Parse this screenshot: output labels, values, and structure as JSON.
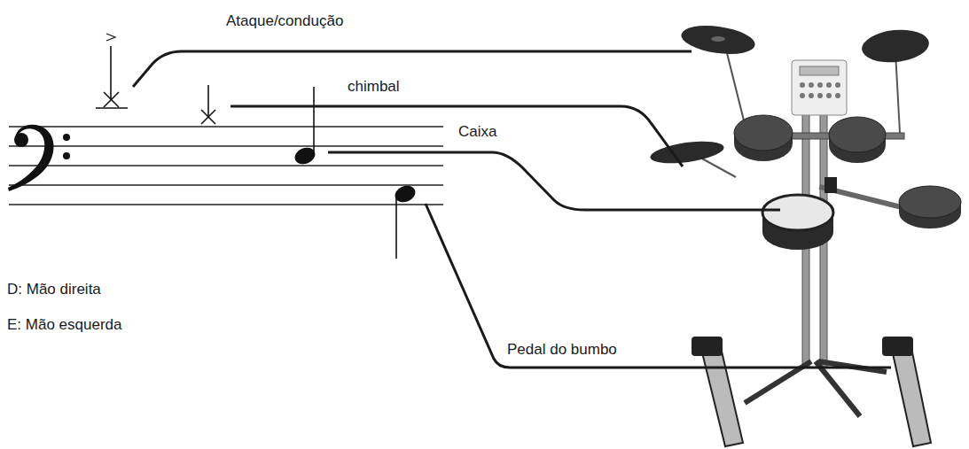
{
  "diagram": {
    "labels": [
      "Ataque/condução",
      "chimbal",
      "Caixa",
      "Pedal do bumbo",
      "D: Mão direita",
      "E: Mão esquerda"
    ]
  }
}
